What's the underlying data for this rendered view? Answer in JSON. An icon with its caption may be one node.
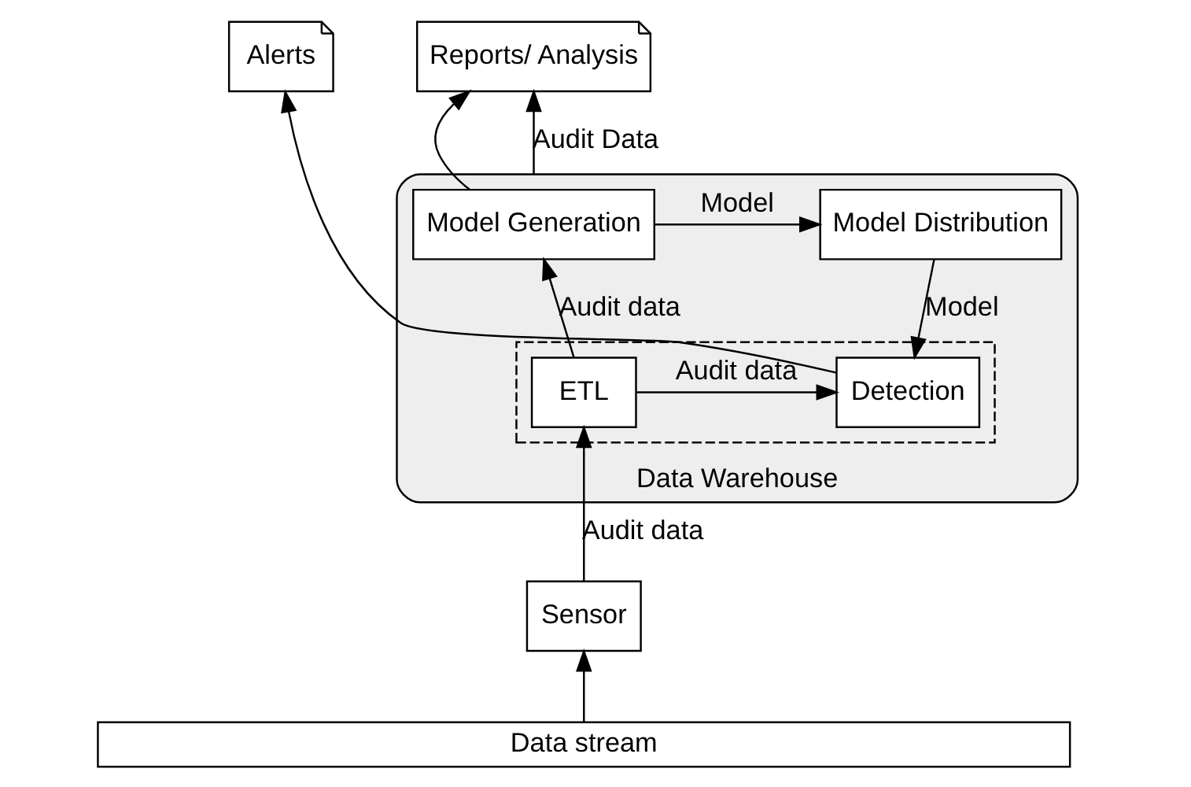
{
  "diagram": {
    "nodes": [
      {
        "text": [
          "Data Warehouse"
        ]
      },
      {
        "text": [
          "Reports/ Analysis"
        ]
      },
      {
        "text": [
          "Model Generation"
        ],
        "in": 0
      },
      {
        "text": [
          "Model Distribution"
        ],
        "in": 0
      },
      {
        "text": [],
        "shape": "box",
        "in": 0
      },
      {
        "text": [
          "ETL"
        ],
        "in": 4
      },
      {
        "text": [
          "Detection"
        ],
        "in": 4
      },
      {
        "text": [
          "Alerts"
        ]
      },
      {
        "text": [
          "Sensor"
        ]
      },
      {
        "text": [
          "Data stream"
        ]
      }
    ],
    "edges": [
      {
        "from": 2,
        "to": 1,
        "arrow": "to"
      },
      {
        "from": 2,
        "to": 3,
        "arrow": "to",
        "label": "Model"
      },
      {
        "from": 5,
        "to": 2,
        "arrow": "to",
        "label": "Audit data"
      },
      {
        "from": 3,
        "to": 6,
        "arrow": "to",
        "label": "Model"
      },
      {
        "from": 5,
        "to": 6,
        "arrow": "to",
        "label": "Audit data"
      },
      {
        "from": 6,
        "to": 7,
        "arrow": "to"
      },
      {
        "from": 8,
        "to": 5,
        "arrow": "to",
        "label": "Audit data"
      },
      {
        "from": 9,
        "to": 8,
        "arrow": "to"
      },
      {
        "from": 0,
        "to": 1,
        "arrow": "to",
        "label": "Audit Data"
      }
    ]
  }
}
